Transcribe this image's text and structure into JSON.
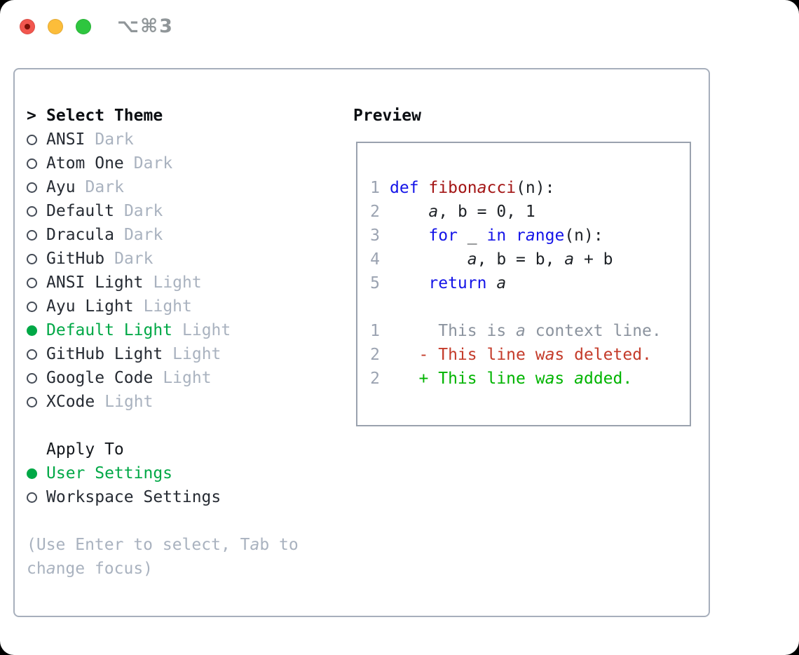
{
  "titlebar": {
    "shortcut": "⌥⌘3"
  },
  "theme_selector": {
    "prompt": ">",
    "title": "Select Theme",
    "items": [
      {
        "name": "ANSI",
        "variant": "Dark",
        "selected": false
      },
      {
        "name": "Atom One",
        "variant": "Dark",
        "selected": false
      },
      {
        "name": "Ayu",
        "variant": "Dark",
        "selected": false
      },
      {
        "name": "Default",
        "variant": "Dark",
        "selected": false
      },
      {
        "name": "Dracula",
        "variant": "Dark",
        "selected": false
      },
      {
        "name": "GitHub",
        "variant": "Dark",
        "selected": false
      },
      {
        "name": "ANSI Light",
        "variant": "Light",
        "selected": false
      },
      {
        "name": "Ayu Light",
        "variant": "Light",
        "selected": false
      },
      {
        "name": "Default Light",
        "variant": "Light",
        "selected": true
      },
      {
        "name": "GitHub Light",
        "variant": "Light",
        "selected": false
      },
      {
        "name": "Google Code",
        "variant": "Light",
        "selected": false
      },
      {
        "name": "XCode",
        "variant": "Light",
        "selected": false
      }
    ],
    "apply_to": {
      "title": "Apply To",
      "options": [
        {
          "label": "User Settings",
          "selected": true
        },
        {
          "label": "Workspace Settings",
          "selected": false
        }
      ]
    },
    "hint": "(Use Enter to select, Tab to change focus)"
  },
  "preview": {
    "title": "Preview",
    "code_lines": [
      {
        "number": "1",
        "tokens": [
          [
            "def",
            "kw"
          ],
          [
            " ",
            "pl"
          ],
          [
            "fibonacci",
            "fn"
          ],
          [
            "(n):",
            "pl"
          ]
        ]
      },
      {
        "number": "2",
        "tokens": [
          [
            "    a, b = 0, 1",
            "pl"
          ]
        ]
      },
      {
        "number": "3",
        "tokens": [
          [
            "    ",
            "pl"
          ],
          [
            "for",
            "kw"
          ],
          [
            " _ ",
            "pl"
          ],
          [
            "in",
            "kw"
          ],
          [
            " ",
            "pl"
          ],
          [
            "range",
            "kw"
          ],
          [
            "(n):",
            "pl"
          ]
        ]
      },
      {
        "number": "4",
        "tokens": [
          [
            "        a, b = b, a + b",
            "pl"
          ]
        ]
      },
      {
        "number": "5",
        "tokens": [
          [
            "    ",
            "pl"
          ],
          [
            "return",
            "kw"
          ],
          [
            " a",
            "pl"
          ]
        ]
      }
    ],
    "diff_lines": [
      {
        "number": "1",
        "text": "     This is a context line.",
        "type": "context"
      },
      {
        "number": "2",
        "text": "   - This line was deleted.",
        "type": "deleted"
      },
      {
        "number": "2",
        "text": "   + This line was added.",
        "type": "added"
      }
    ]
  },
  "colors": {
    "accent-green": "#00a846",
    "diff-added": "#00b400",
    "diff-deleted": "#c43b2a",
    "keyword-blue": "#1414e8",
    "function-red": "#a31515",
    "muted-gray": "#a9b2bf",
    "line-number-gray": "#9ba3b1",
    "context-gray": "#8b939e",
    "text-dark": "#262b33",
    "border-gray": "#a7afbc",
    "pbox-border": "#9aa2ae",
    "traffic-red": "#f2564e",
    "traffic-red-dot": "#7c1007",
    "traffic-yellow": "#fcbd3a",
    "traffic-green": "#2ec63f"
  }
}
